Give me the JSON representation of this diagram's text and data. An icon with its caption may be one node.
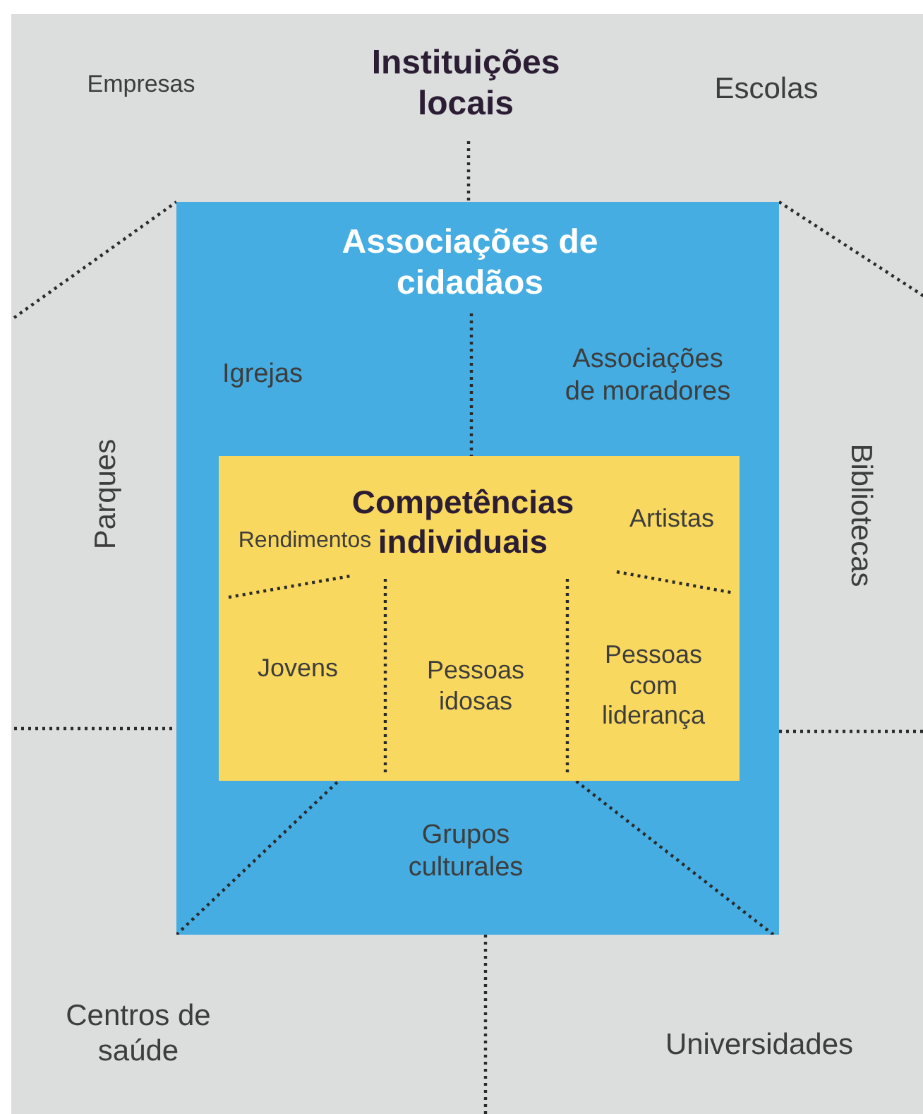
{
  "diagram": {
    "nodes": [
      {
        "text": [
          "Empresas",
          "Instituições locais",
          "Escolas",
          "Parques",
          "Bibliotecas",
          "Centros de saúde",
          "Universidades"
        ]
      },
      {
        "text": [
          "Associações de cidadãos",
          "Igrejas",
          "Associações de moradores",
          "Grupos culturales"
        ],
        "in": 0
      },
      {
        "text": [
          "Competências individuais",
          "Rendimentos",
          "Artistas",
          "Jovens",
          "Pessoas idosas",
          "Pessoas com liderança"
        ],
        "in": 1
      }
    ],
    "edges": []
  }
}
